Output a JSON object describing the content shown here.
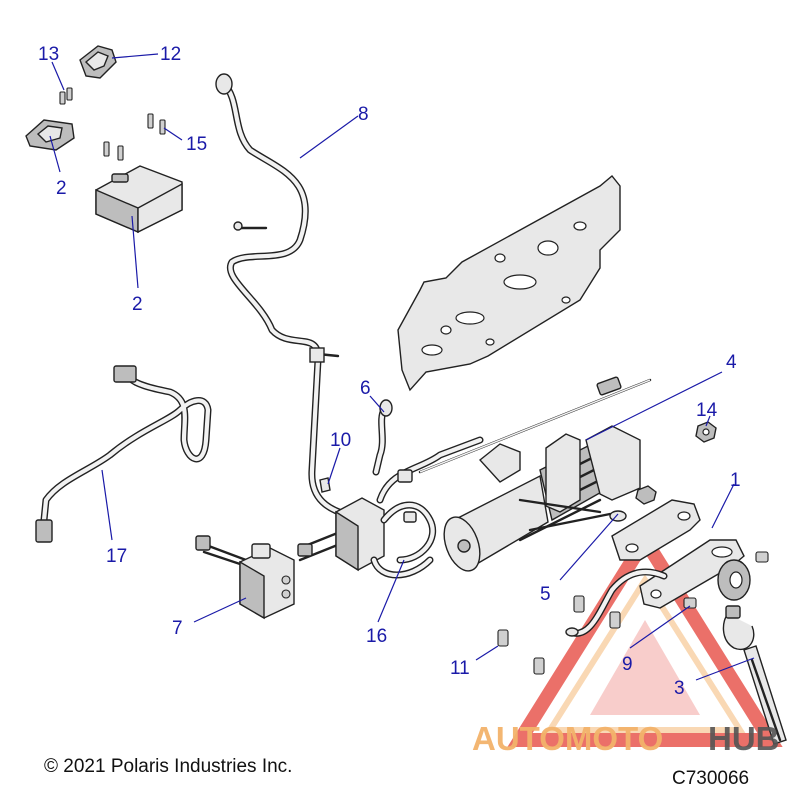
{
  "callouts": {
    "c1": "1",
    "c2a": "2",
    "c2b": "2",
    "c3": "3",
    "c4": "4",
    "c5": "5",
    "c6": "6",
    "c7": "7",
    "c8": "8",
    "c9": "9",
    "c10": "10",
    "c11": "11",
    "c12": "12",
    "c13": "13",
    "c14": "14",
    "c15": "15",
    "c16": "16",
    "c17": "17"
  },
  "footer": {
    "copyright": "© 2021 Polaris Industries Inc.",
    "diagram_code": "C730066"
  },
  "watermark": {
    "text_part1": "AUTOMOTO",
    "text_part2": "HUB",
    "color_primary": "#e8584f",
    "color_accent": "#f3b36b",
    "color_dark": "#555555"
  },
  "colors": {
    "callout": "#1a1aa8"
  }
}
